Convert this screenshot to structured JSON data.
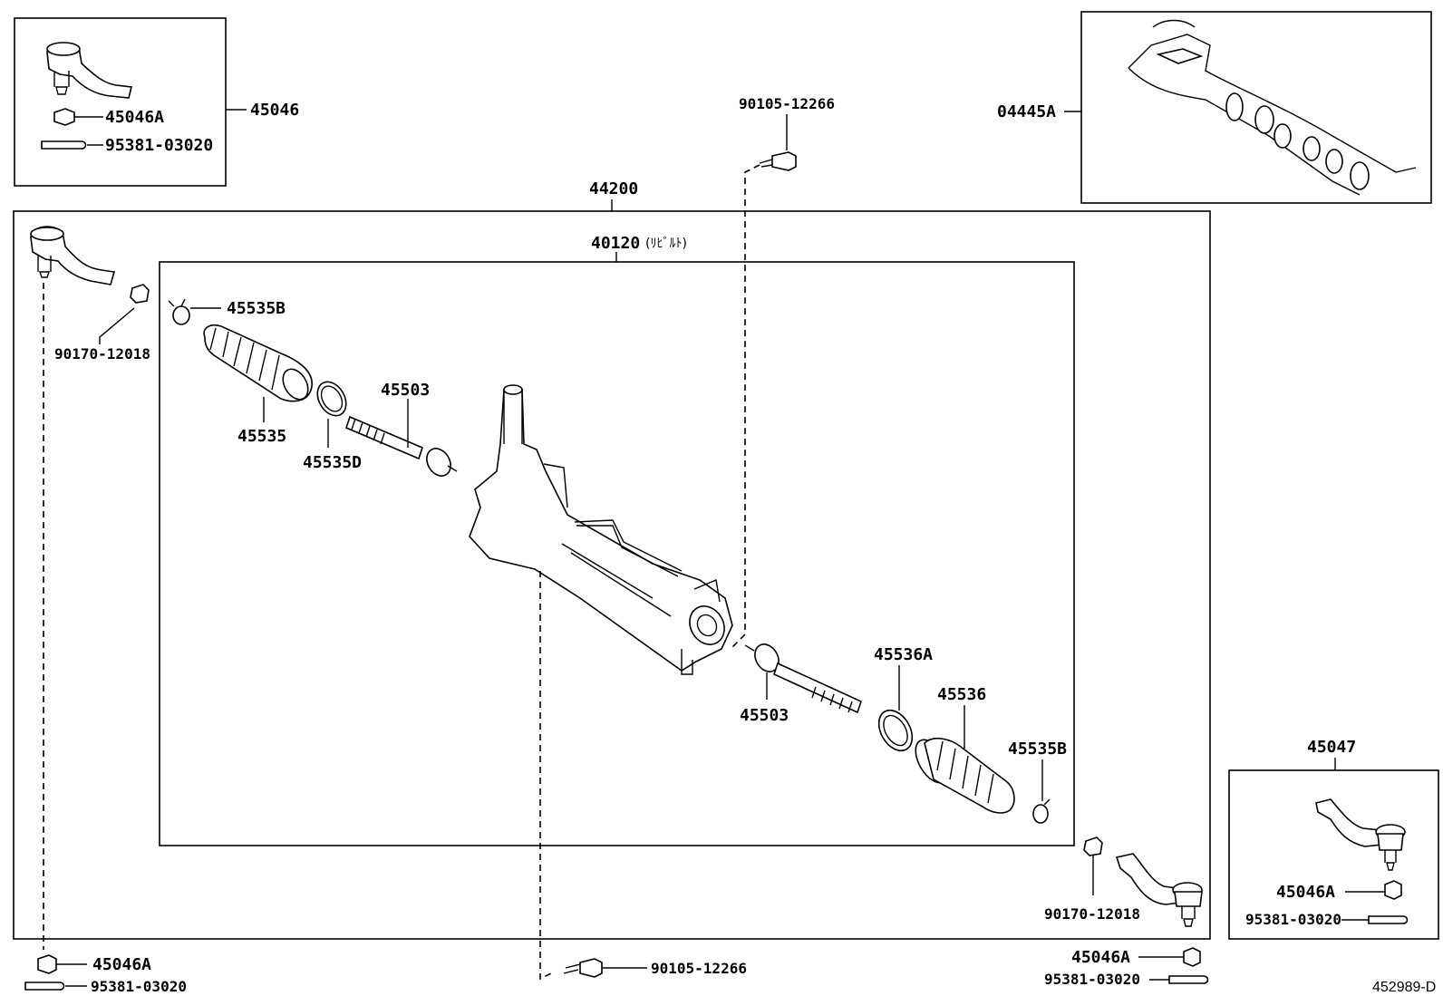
{
  "diagram_id": "452989-D",
  "labels": {
    "p45046": "45046",
    "p45046A_tl": "45046A",
    "p95381_tl": "95381-03020",
    "p04445A": "04445A",
    "p90105_top": "90105-12266",
    "p44200": "44200",
    "p40120": "40120",
    "p40120_note": "(ﾘﾋﾞﾙﾄ)",
    "p45535B_l": "45535B",
    "p90170_l": "90170-12018",
    "p45535": "45535",
    "p45535D": "45535D",
    "p45503_l": "45503",
    "p45503_r": "45503",
    "p45536A": "45536A",
    "p45536": "45536",
    "p45535B_r": "45535B",
    "p45047": "45047",
    "p45046A_br": "45046A",
    "p95381_br": "95381-03020",
    "p90170_r": "90170-12018",
    "p45046A_bl": "45046A",
    "p95381_bl": "95381-03020",
    "p90105_bot": "90105-12266",
    "p45046A_bm": "45046A",
    "p95381_bm": "95381-03020"
  }
}
